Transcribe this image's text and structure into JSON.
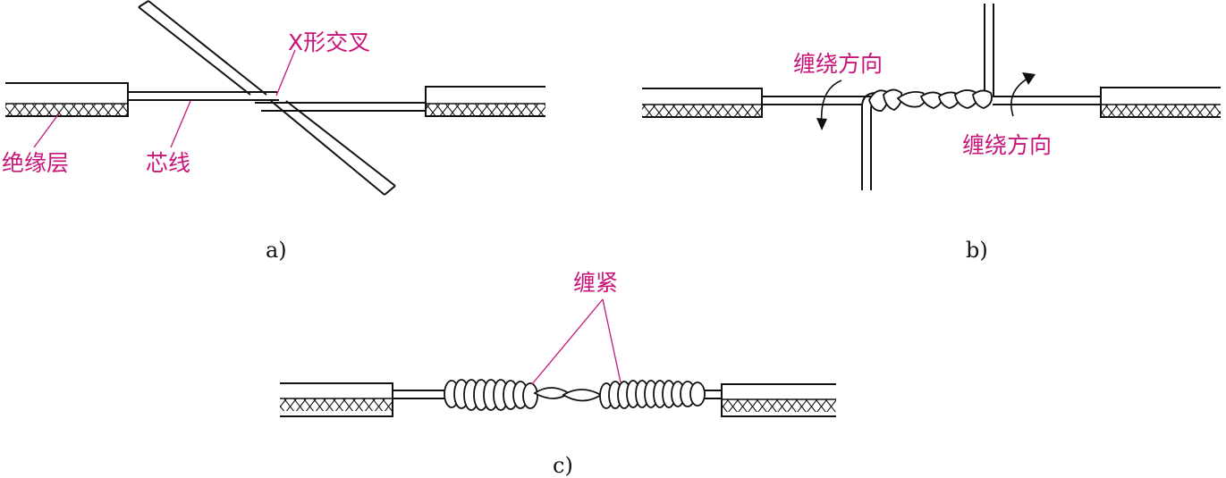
{
  "colors": {
    "label": "#c8157a",
    "line": "#111111",
    "background": "#ffffff"
  },
  "panel_a": {
    "caption": "a)",
    "cross_label": "X形交叉",
    "insulation_label": "绝缘层",
    "core_label": "芯线"
  },
  "panel_b": {
    "caption": "b)",
    "wind_left_label": "缠绕方向",
    "wind_right_label": "缠绕方向"
  },
  "panel_c": {
    "caption": "c)",
    "tight_label": "缠紧"
  }
}
